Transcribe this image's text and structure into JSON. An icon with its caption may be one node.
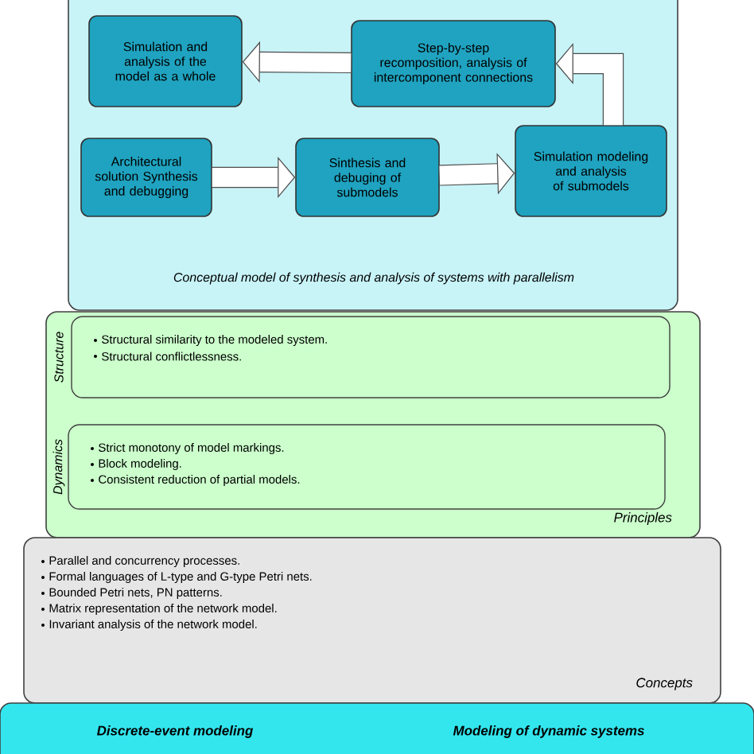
{
  "diagram": {
    "nodes": [
      {
        "text": [
          "Conceptual model of synthesis and analysis of systems with parallelism"
        ]
      },
      {
        "text": [
          "Simulation and analysis of the model as a whole"
        ],
        "in": 0
      },
      {
        "text": [
          "Step-by-step recomposition, analysis of intercomponent connections"
        ],
        "in": 0
      },
      {
        "text": [
          "Architectural solution Synthesis and debugging"
        ],
        "in": 0
      },
      {
        "text": [
          "Sinthesis and debuging of submodels"
        ],
        "in": 0
      },
      {
        "text": [
          "Simulation modeling and analysis of submodels"
        ],
        "in": 0
      },
      {
        "text": [
          "Principles"
        ]
      },
      {
        "text": [
          "Structure",
          "Structural similarity to the modeled system.",
          "Structural conflictlessness."
        ],
        "in": 6
      },
      {
        "text": [
          "Dynamics",
          "Strict monotony of model markings.",
          "Block modeling.",
          "Consistent reduction of partial models."
        ],
        "in": 6
      },
      {
        "text": [
          "Concepts",
          "Parallel and concurrency processes.",
          "Formal languages of L-type and G-type Petri nets.",
          "Bounded Petri nets, PN patterns.",
          "Matrix representation of the network model.",
          "Invariant analysis of the network model."
        ]
      },
      {
        "text": [
          "Discrete-event modeling",
          "Modeling of dynamic systems"
        ]
      }
    ],
    "edges": [
      {
        "from": 2,
        "to": 1,
        "arrow": "to"
      },
      {
        "from": 3,
        "to": 4,
        "arrow": "to"
      },
      {
        "from": 4,
        "to": 5,
        "arrow": "to"
      },
      {
        "from": 5,
        "to": 2,
        "arrow": "to"
      }
    ]
  }
}
